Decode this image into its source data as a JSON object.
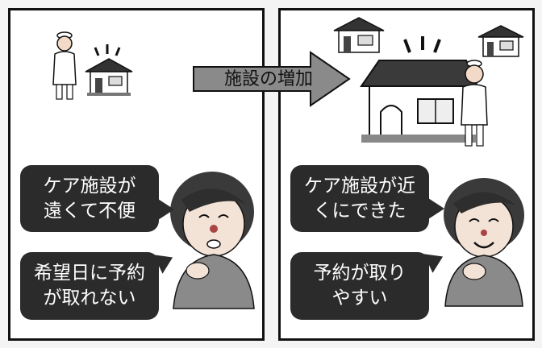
{
  "arrow": {
    "label": "施設の増加"
  },
  "left_panel": {
    "bubble1": [
      "ケア施設が",
      "遠くて不便"
    ],
    "bubble2": [
      "希望日に予約",
      "が取れない"
    ]
  },
  "right_panel": {
    "bubble1": [
      "ケア施設が近",
      "くにできた"
    ],
    "bubble2": [
      "予約が取り",
      "やすい"
    ]
  },
  "colors": {
    "bubble_bg": "#2b2b2b",
    "bubble_text": "#ffffff",
    "arrow_fill": "#8a8a8a",
    "border": "#111111"
  }
}
